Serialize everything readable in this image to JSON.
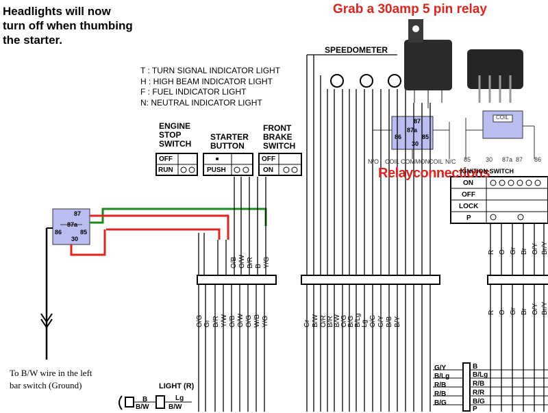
{
  "heading": {
    "line1": "Headlights will now",
    "line2": "turn off when thumbing",
    "line3": "the starter."
  },
  "grab_text": "Grab a 30amp 5 pin relay",
  "relay_connections_text": "Relayconnections",
  "ground_note": {
    "line1": "To B/W wire in the left",
    "line2": "bar switch (Ground)"
  },
  "legend": {
    "t": "T : TURN SIGNAL INDICATOR LIGHT",
    "h": "H : HIGH BEAM INDICATOR LIGHT",
    "f": "F : FUEL INDICATOR LIGHT",
    "n": "N: NEUTRAL INDICATOR LIGHT"
  },
  "speedometer": "SPEEDOMETER",
  "switches": {
    "engine_stop": {
      "t1": "ENGINE",
      "t2": "STOP",
      "t3": "SWITCH",
      "off": "OFF",
      "on": "RUN"
    },
    "starter": {
      "t1": "STARTER",
      "t2": "BUTTON",
      "push": "PUSH"
    },
    "front_brake": {
      "t1": "FRONT",
      "t2": "BRAKE",
      "t3": "SWITCH",
      "off": "OFF",
      "on": "ON"
    }
  },
  "ignition": {
    "title": "IGNITION SWITCH",
    "on": "ON",
    "off": "OFF",
    "lock": "LOCK",
    "p": "P"
  },
  "relay_pins": {
    "p87": "87",
    "p87a": "87a",
    "p86": "86",
    "p85": "85",
    "p30": "30"
  },
  "relay_detail_labels": {
    "no": "N/O",
    "coil": "COIL",
    "common": "COMMON",
    "coil2": "COIL",
    "nc": "N/C",
    "coil_box": "COIL"
  },
  "relay_pin_row": [
    "85",
    "30",
    "87a",
    "87",
    "86"
  ],
  "wire_labels_upper": [
    "O/B",
    "O/W",
    "B/R",
    "B",
    "Y/G"
  ],
  "wire_labels_lower_left": [
    "O/G",
    "Gr",
    "B/R",
    "Y/W",
    "O/B",
    "O/W",
    "O/G",
    "W/B",
    "Y/G"
  ],
  "wire_labels_center": [
    "Gr",
    "B/W",
    "O/R",
    "B/R",
    "B/W",
    "O/G",
    "B/G",
    "B/Lg",
    "Lg",
    "O/G",
    "G/Y",
    "B/B",
    "B/Y"
  ],
  "wire_labels_right_upper": [
    "R",
    "O",
    "Gr",
    "Br",
    "O/Y",
    "Br/Y"
  ],
  "wire_labels_right_lower": [
    "R",
    "O",
    "Gr",
    "Br",
    "O/Y",
    "Br/Y"
  ],
  "connector_labels_left": [
    "G/Y",
    "B/Lg",
    "R/B",
    "R/B",
    "B/G"
  ],
  "connector_labels_right": [
    "B",
    "B/Lg",
    "R/B",
    "R/R",
    "B/G",
    "P"
  ],
  "light_r": "LIGHT (R)",
  "bottom_labels": [
    "B",
    "Lg",
    "B/W",
    "B/W"
  ],
  "colors": {
    "red_wire": "#e0231c",
    "green_wire": "#1b8a1b",
    "relay_fill": "#b9bdf0"
  }
}
